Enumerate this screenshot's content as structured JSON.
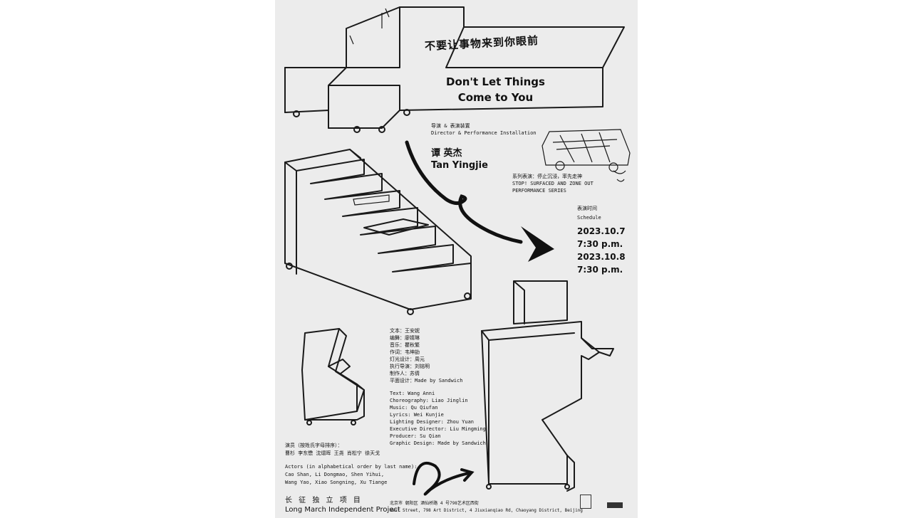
{
  "title_cn": "不要让事物来到你眼前",
  "title_en_line1": "Don't Let Things",
  "title_en_line2": "Come to You",
  "director": {
    "role_cn": "导演 & 表演装置",
    "role_en": "Director & Performance Installation",
    "name_cn": "谭 英杰",
    "name_en": "Tan Yingjie"
  },
  "series": {
    "cn": "系列表演：停止沉浸，率先走神",
    "en_line1": "STOP! SURFACED AND ZONE OUT",
    "en_line2": "PERFORMANCE SERIES"
  },
  "schedule": {
    "label_cn": "表演时间",
    "label_en": "Schedule",
    "date1": "2023.10.7",
    "time1": "7:30 p.m.",
    "date2": "2023.10.8",
    "time2": "7:30 p.m."
  },
  "credits_cn": [
    "文本：王安妮",
    "编舞：廖婧琳",
    "音乐：瞿秋繁",
    "作词：韦坤劼",
    "灯光设计：周元",
    "执行导演：刘铭明",
    "制作人：苏倩",
    "平面设计：Made by Sandwich"
  ],
  "credits_en": [
    "Text: Wang Anni",
    "Choreography: Liao Jinglin",
    "Music: Qu Qiufan",
    "Lyrics: Wei Kunjie",
    "Lighting Designer: Zhou Yuan",
    "Executive Director: Liu Mingming",
    "Producer: Su Qian",
    "Graphic Design: Made by Sandwich"
  ],
  "actors": {
    "label_cn": "演员（按姓氏字母排序）：",
    "names_cn": "曹杉 李东懋 沈熠晖 王尧 肖松宁 徐天戈",
    "label_en": "Actors (in alphabetical order by last name):",
    "names_en_line1": "Cao Shan, Li Dongmao, Shen Yihui,",
    "names_en_line2": "Wang Yao, Xiao Songning, Xu Tiange"
  },
  "organizer": {
    "cn": "长 征 独 立 项 目",
    "en": "Long March Independent Project"
  },
  "address": {
    "cn": "北京市 朝阳区 酒仙桥路 4 号798艺术区西街",
    "en": "West Street, 798 Art District, 4 Jiuxianqiao Rd, Chaoyang District, Beijing"
  },
  "colors": {
    "poster_bg": "#ececec",
    "ink": "#111111",
    "page_bg": "#ffffff"
  }
}
